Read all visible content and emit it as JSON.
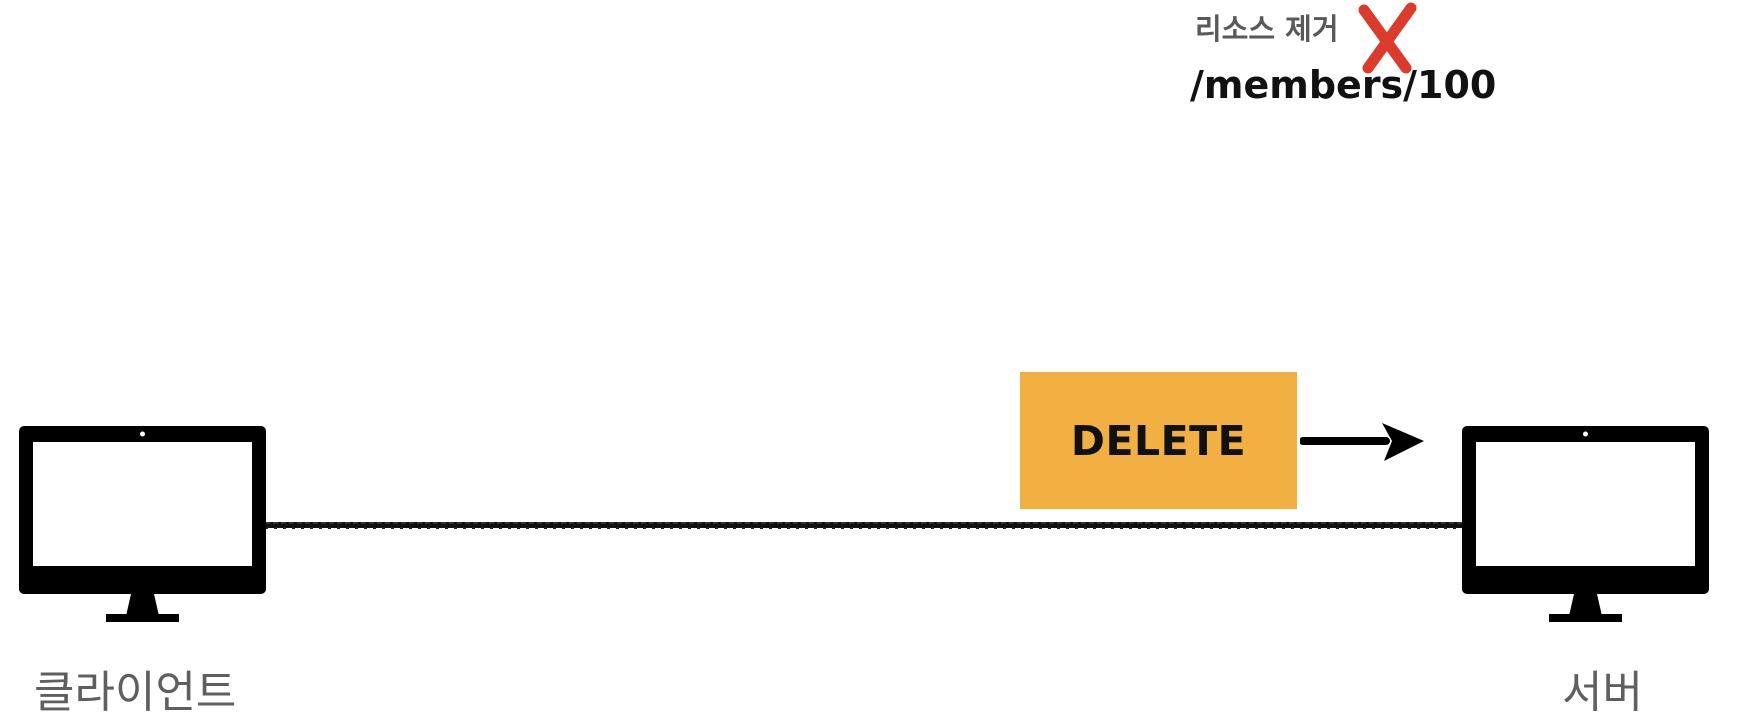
{
  "diagram": {
    "client_label": "클라이언트",
    "server_label": "서버",
    "method_label": "DELETE",
    "resource_note": "리소스 제거",
    "resource_path": "/members/100"
  },
  "colors": {
    "method_box": "#f2b042",
    "delete_mark": "#dc3b2b",
    "monitor": "#000000",
    "caption": "#5f5f5f"
  },
  "icons": {
    "client": "desktop-monitor-icon",
    "server": "desktop-monitor-icon",
    "delete_mark": "red-x-icon",
    "request_arrow": "arrow-right-icon"
  }
}
